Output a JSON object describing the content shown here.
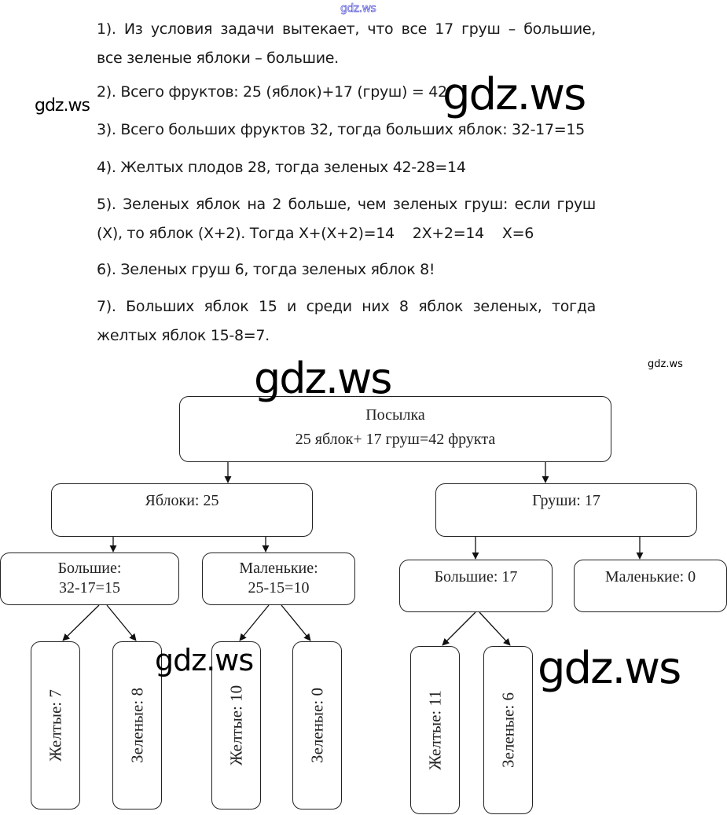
{
  "watermarks": {
    "top": "gdz.ws",
    "left": "gdz.ws",
    "big1": "gdz.ws",
    "big2": "gdz.ws",
    "small": "gdz.ws",
    "mid": "gdz.ws",
    "right": "gdz.ws"
  },
  "solution": {
    "steps": [
      {
        "lines": [
          "1). Из условия задачи вытекает, что все 17 груш – большие,",
          "все зеленые яблоки – большие."
        ]
      },
      {
        "lines": [
          "2). Всего фруктов: 25 (яблок)+17 (груш) = 42"
        ]
      },
      {
        "lines": [
          "3). Всего больших фруктов 32, тогда больших яблок: 32-17=15"
        ]
      },
      {
        "lines": [
          "4). Желтых плодов 28, тогда зеленых 42-28=14"
        ]
      },
      {
        "lines": [
          "5). Зеленых яблок на 2 больше, чем зеленых груш: если груш",
          "(X), то яблок (X+2). Тогда X+(X+2)=14    2X+2=14    X=6"
        ]
      },
      {
        "lines": [
          "6). Зеленых груш 6, тогда зеленых яблок 8!"
        ]
      },
      {
        "lines": [
          "7). Больших яблок 15 и среди них 8 яблок зеленых, тогда",
          "желтых яблок 15-8=7."
        ]
      }
    ]
  },
  "diagram": {
    "root": {
      "title": "Посылка",
      "subtitle": "25 яблок+ 17 груш=42 фрукта"
    },
    "apples": {
      "label": "Яблоки: 25"
    },
    "pears": {
      "label": "Груши: 17"
    },
    "apples_big": {
      "line1": "Большие:",
      "line2": "32-17=15"
    },
    "apples_small": {
      "line1": "Маленькие:",
      "line2": "25-15=10"
    },
    "pears_big": {
      "label": "Большие: 17"
    },
    "pears_small": {
      "label": "Маленькие: 0"
    },
    "leaves": {
      "apples_big_yellow": "Желтые: 7",
      "apples_big_green": "Зеленые: 8",
      "apples_small_yellow": "Желтые: 10",
      "apples_small_green": "Зеленые: 0",
      "pears_big_yellow": "Желтые: 11",
      "pears_big_green": "Зеленые: 6"
    }
  }
}
